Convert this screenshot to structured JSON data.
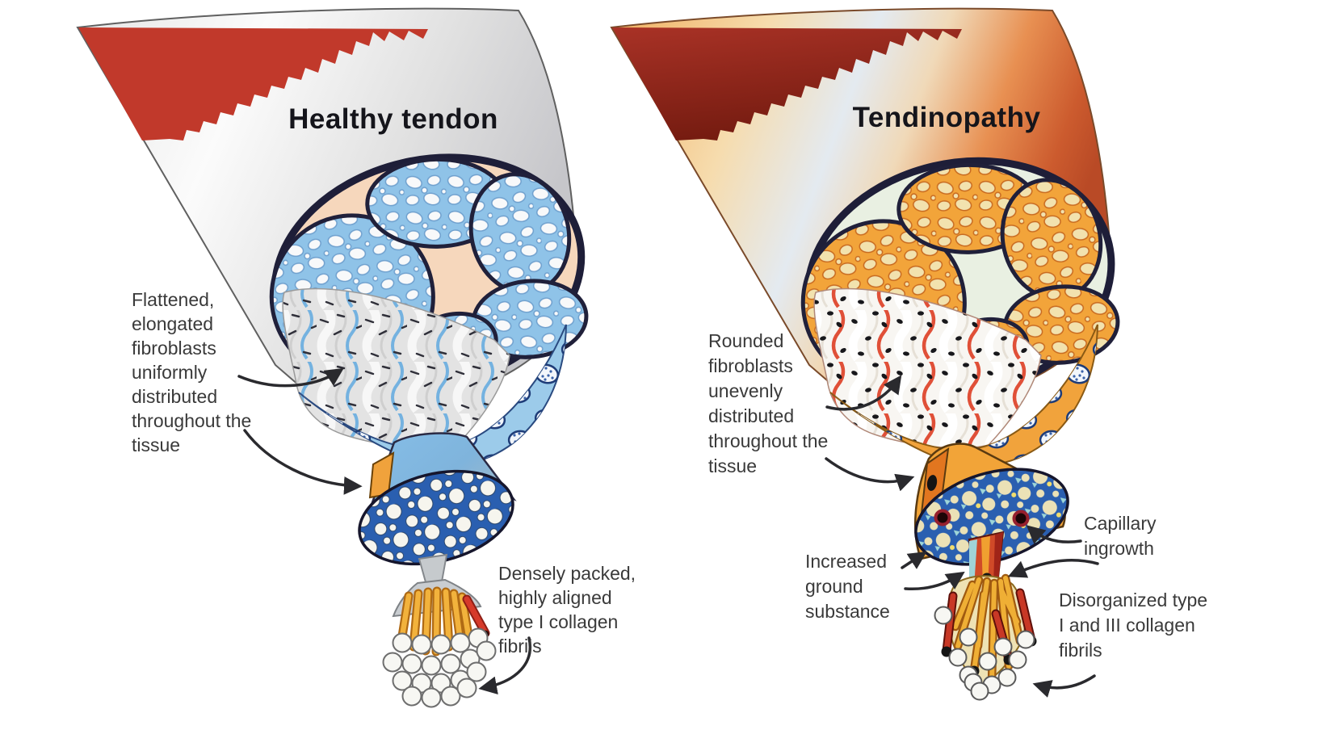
{
  "panels": {
    "healthy": {
      "title": "Healthy tendon",
      "labels": {
        "fibroblasts": "Flattened,\nelongated\nfibroblasts\nuniformly\ndistributed\nthroughout the\ntissue",
        "fibrils": "Densely packed,\nhighly aligned\ntype I collagen\nfibrils"
      }
    },
    "tendinopathy": {
      "title": "Tendinopathy",
      "labels": {
        "fibroblasts": "Rounded\nfibroblasts\nunevenly\ndistributed\nthroughout the\ntissue",
        "capillary": "Capillary\ningrowth",
        "ground_substance": "Increased\nground\nsubstance",
        "fibrils": "Disorganized type\nI and III collagen\nfibrils"
      }
    }
  },
  "colors": {
    "muscle_red": "#C1392B",
    "muscle_dark_red": "#8E2518",
    "healthy_fascicle_blue": "#8FC3E8",
    "tendinopathy_fascicle_orange": "#F2A43A",
    "fibril_disc_blue": "#2A5FB0",
    "collagen_yellow": "#F0AC35",
    "capillary_red": "#C83826",
    "label_text": "#3A3A3A"
  }
}
